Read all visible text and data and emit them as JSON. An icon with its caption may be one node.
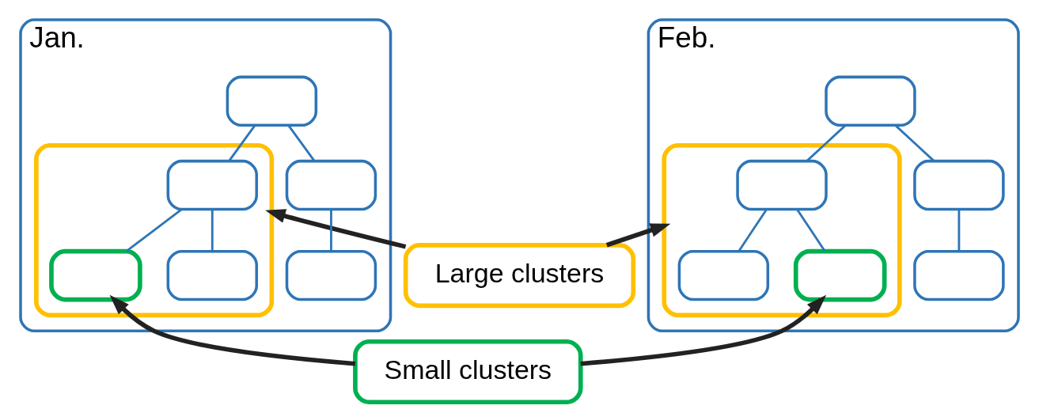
{
  "diagram": {
    "nodes": [
      {
        "text": [
          "Jan."
        ]
      },
      {
        "text": [],
        "shape": "box",
        "in": 0
      },
      {
        "text": [],
        "shape": "box",
        "in": 0
      },
      {
        "text": [],
        "shape": "box",
        "in": 2
      },
      {
        "text": [],
        "shape": "box",
        "in": 0
      },
      {
        "text": [],
        "shape": "box",
        "in": 2
      },
      {
        "text": [],
        "shape": "box",
        "in": 2
      },
      {
        "text": [],
        "shape": "box",
        "in": 0
      },
      {
        "text": [
          "Feb."
        ]
      },
      {
        "text": [],
        "shape": "box",
        "in": 8
      },
      {
        "text": [],
        "shape": "box",
        "in": 8
      },
      {
        "text": [],
        "shape": "box",
        "in": 10
      },
      {
        "text": [],
        "shape": "box",
        "in": 8
      },
      {
        "text": [],
        "shape": "box",
        "in": 10
      },
      {
        "text": [],
        "shape": "box",
        "in": 10
      },
      {
        "text": [],
        "shape": "box",
        "in": 8
      },
      {
        "text": [
          "Large clusters"
        ]
      },
      {
        "text": [
          "Small clusters"
        ]
      }
    ],
    "edges": [
      {
        "from": 1,
        "to": 3,
        "arrow": "none"
      },
      {
        "from": 1,
        "to": 4,
        "arrow": "none"
      },
      {
        "from": 3,
        "to": 5,
        "arrow": "none"
      },
      {
        "from": 3,
        "to": 6,
        "arrow": "none"
      },
      {
        "from": 4,
        "to": 7,
        "arrow": "none"
      },
      {
        "from": 9,
        "to": 11,
        "arrow": "none"
      },
      {
        "from": 9,
        "to": 12,
        "arrow": "none"
      },
      {
        "from": 11,
        "to": 13,
        "arrow": "none"
      },
      {
        "from": 11,
        "to": 14,
        "arrow": "none"
      },
      {
        "from": 12,
        "to": 15,
        "arrow": "none"
      },
      {
        "from": 16,
        "to": 2,
        "arrow": "to",
        "style": "thick",
        "color": "#222222"
      },
      {
        "from": 16,
        "to": 10,
        "arrow": "to",
        "style": "thick",
        "color": "#222222"
      },
      {
        "from": 17,
        "to": 5,
        "arrow": "to",
        "style": "thick",
        "color": "#222222"
      },
      {
        "from": 17,
        "to": 14,
        "arrow": "to",
        "style": "thick",
        "color": "#222222"
      }
    ]
  }
}
